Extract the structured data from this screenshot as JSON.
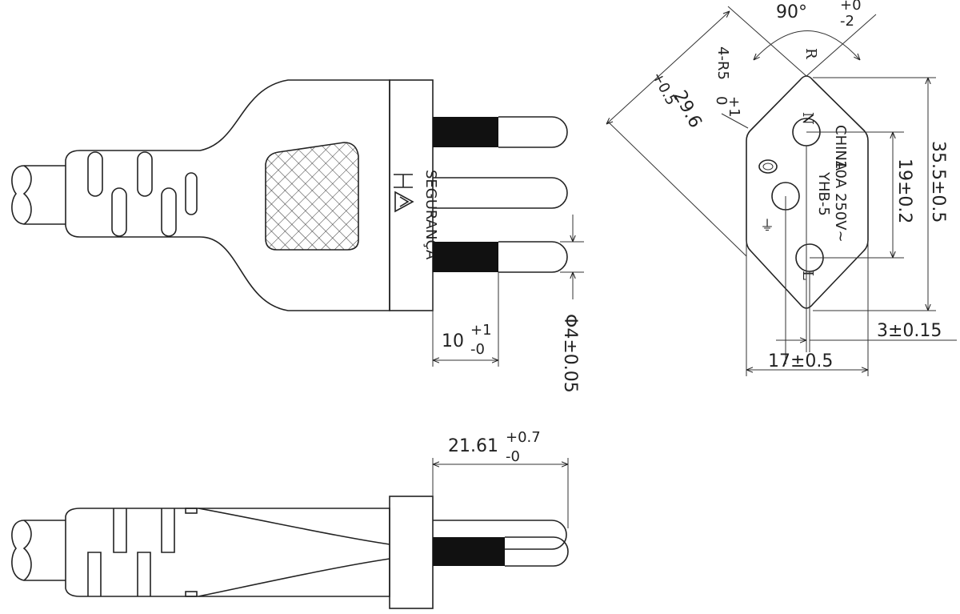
{
  "dimensions": {
    "pin_length": {
      "value": "10",
      "upper": "+1",
      "lower": "-0"
    },
    "pin_diameter": "Φ4±0.05",
    "plug_depth": {
      "value": "21.61",
      "upper": "+0.7",
      "lower": "-0"
    },
    "angle": {
      "value": "90°",
      "upper": "+0",
      "lower": "-2"
    },
    "radius_label": "R",
    "corner_radius": {
      "value": "4-R5",
      "upper": "+1",
      "lower": "0"
    },
    "diagonal": {
      "value": "29.6",
      "tol": "+0.5"
    },
    "height": "35.5±0.5",
    "pin_spacing": "19±0.2",
    "width": "17±0.5",
    "offset": "3±0.15"
  },
  "face_markings": {
    "neutral": "N",
    "line": "L",
    "country": "CHINA",
    "rating": "10A 250V~",
    "model": "YHB-5",
    "earth_symbol": "⏚"
  },
  "body_markings": {
    "certification": "SEGURANÇA"
  }
}
